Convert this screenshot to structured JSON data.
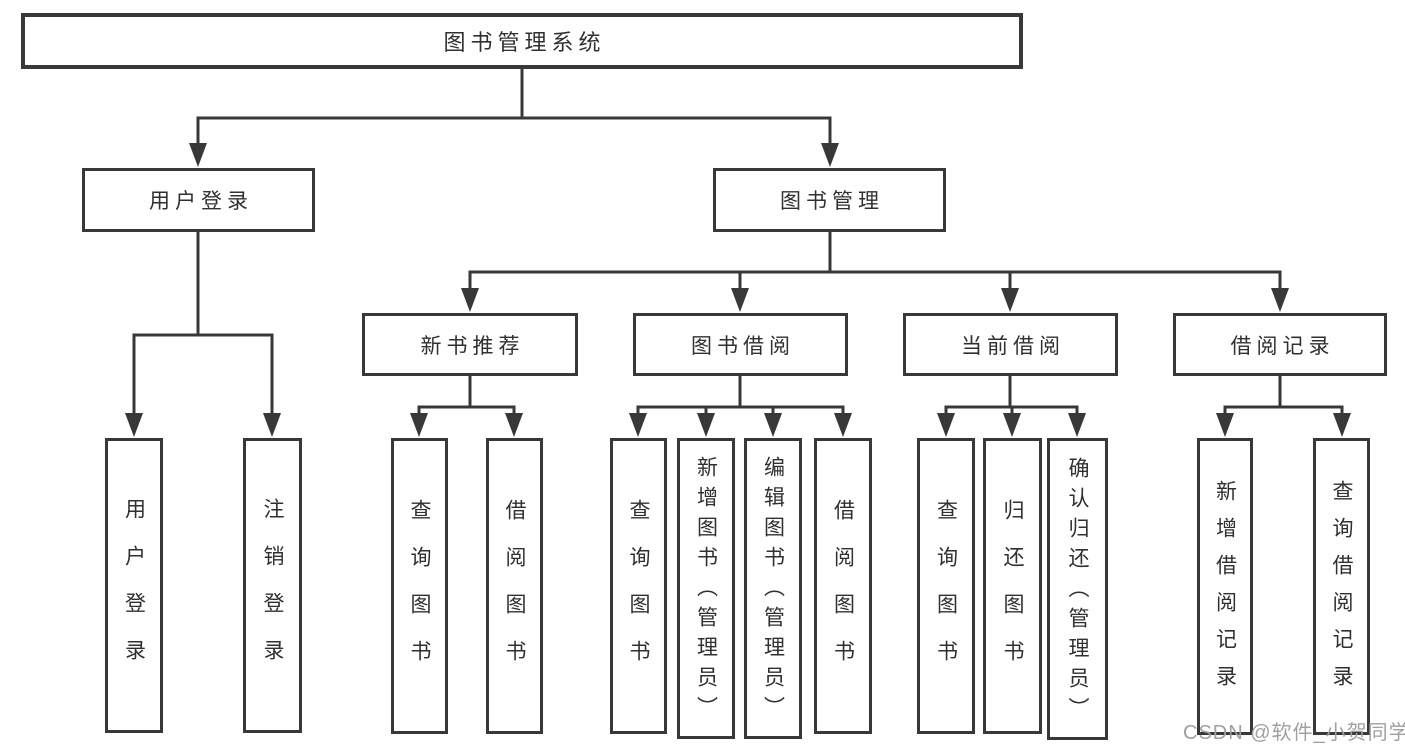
{
  "root": {
    "label": "图书管理系统"
  },
  "tree": {
    "branches": [
      {
        "label": "用户登录",
        "children": [
          {
            "label": "用户登录"
          },
          {
            "label": "注销登录"
          }
        ]
      },
      {
        "label": "图书管理",
        "children": [
          {
            "label": "新书推荐",
            "children": [
              {
                "label": "查询图书"
              },
              {
                "label": "借阅图书"
              }
            ]
          },
          {
            "label": "图书借阅",
            "children": [
              {
                "label": "查询图书"
              },
              {
                "label": "新增图书（管理员）"
              },
              {
                "label": "编辑图书（管理员）"
              },
              {
                "label": "借阅图书"
              }
            ]
          },
          {
            "label": "当前借阅",
            "children": [
              {
                "label": "查询图书"
              },
              {
                "label": "归还图书"
              },
              {
                "label": "确认归还（管理员）"
              }
            ]
          },
          {
            "label": "借阅记录",
            "children": [
              {
                "label": "新增借阅记录"
              },
              {
                "label": "查询借阅记录"
              }
            ]
          }
        ]
      }
    ]
  },
  "watermark": "CSDN @软件_小贺同学",
  "colors": {
    "line": "#383838",
    "text": "#303030",
    "watermark": "#a0a0a0",
    "background": "#ffffff"
  }
}
